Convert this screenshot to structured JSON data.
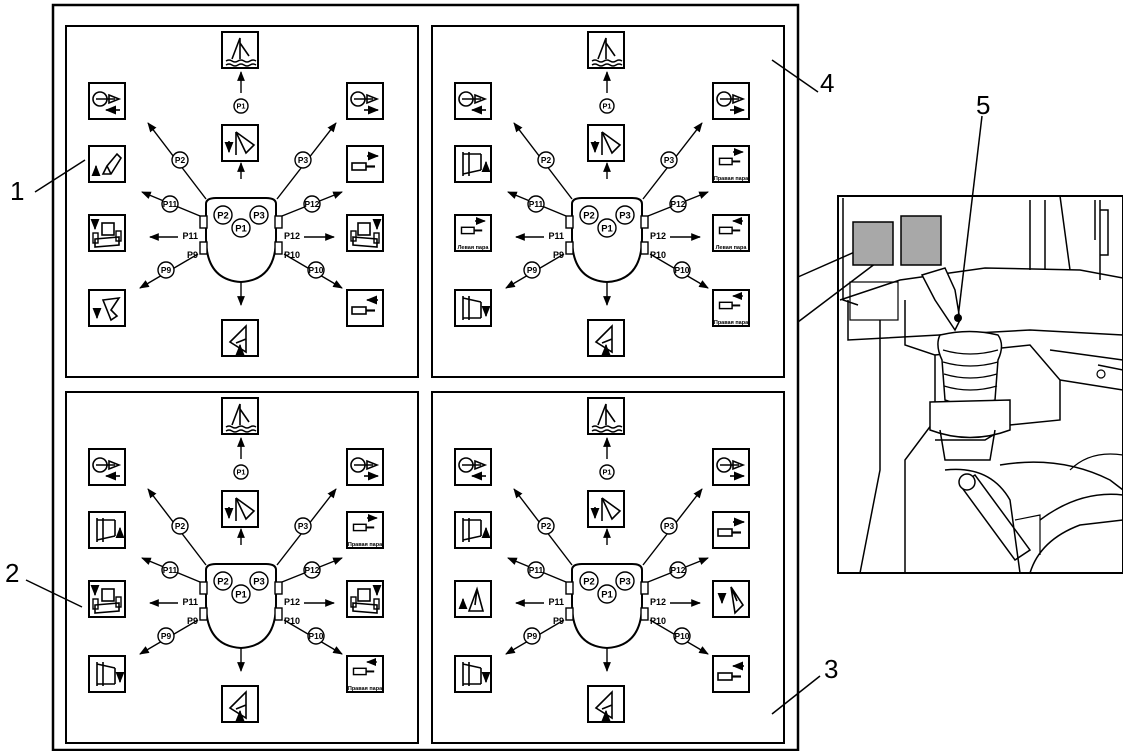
{
  "callouts": [
    "1",
    "2",
    "3",
    "4",
    "5"
  ],
  "joystick": {
    "center": [
      "P1",
      "P2",
      "P3"
    ],
    "side_left_upper": "P11",
    "side_left_lower": "P9",
    "side_right_upper": "P12",
    "side_right_lower": "P10"
  },
  "circle_labels": {
    "top": "P1",
    "upper_left": "P2",
    "upper_right": "P3",
    "mid_left": "P11",
    "mid_right": "P12",
    "low_left": "P9",
    "low_right": "P10"
  },
  "panels": [
    {
      "id": "panel-1",
      "top": "float-icon",
      "upper_left": "pto-rev-icon",
      "upper_right": "pto-fwd-icon",
      "left_up": "hitch-up-icon",
      "right_up": "cyl-extend-icon",
      "left_mid": "tilt-left-icon",
      "right_mid": "tilt-right-icon",
      "left_down": "hitch-down-icon",
      "right_down": "cyl-retract-icon",
      "center_top": "lower-icon",
      "bottom": "raise-icon",
      "captions": {}
    },
    {
      "id": "panel-4",
      "top": "float-icon",
      "upper_left": "pto-rev-icon",
      "upper_right": "pto-fwd-icon",
      "left_up": "frame-up-icon",
      "right_up": "cyl-extend-icon",
      "left_mid": "cyl-extend-icon",
      "right_mid": "cyl-retract-icon",
      "left_down": "frame-down-icon",
      "right_down": "cyl-retract-icon",
      "center_top": "lower-icon",
      "bottom": "raise-icon",
      "captions": {
        "right_up": "Правая пара",
        "left_mid": "Левая пара",
        "right_mid": "Левая пара",
        "right_down": "Правая пара"
      }
    },
    {
      "id": "panel-2",
      "top": "float-icon",
      "upper_left": "pto-rev-icon",
      "upper_right": "pto-fwd-icon",
      "left_up": "frame-up-icon",
      "right_up": "cyl-extend-icon",
      "left_mid": "tilt-left-icon",
      "right_mid": "tilt-right-icon",
      "left_down": "frame-down-icon",
      "right_down": "cyl-retract-icon",
      "center_top": "lower-icon",
      "bottom": "raise-icon",
      "captions": {
        "right_up": "Правая пара",
        "right_down": "Правая пара"
      }
    },
    {
      "id": "panel-3",
      "top": "float-icon",
      "upper_left": "pto-rev-icon",
      "upper_right": "pto-fwd-icon",
      "left_up": "frame-up-icon",
      "right_up": "cyl-extend-icon",
      "left_mid": "blade-up-icon",
      "right_mid": "blade-down-icon",
      "left_down": "frame-down-icon",
      "right_down": "cyl-retract-icon",
      "center_top": "lower-icon",
      "bottom": "raise-icon",
      "captions": {}
    }
  ],
  "colors": {
    "line": "#000000",
    "background": "#ffffff",
    "label_gray": "#a8a8a8"
  }
}
